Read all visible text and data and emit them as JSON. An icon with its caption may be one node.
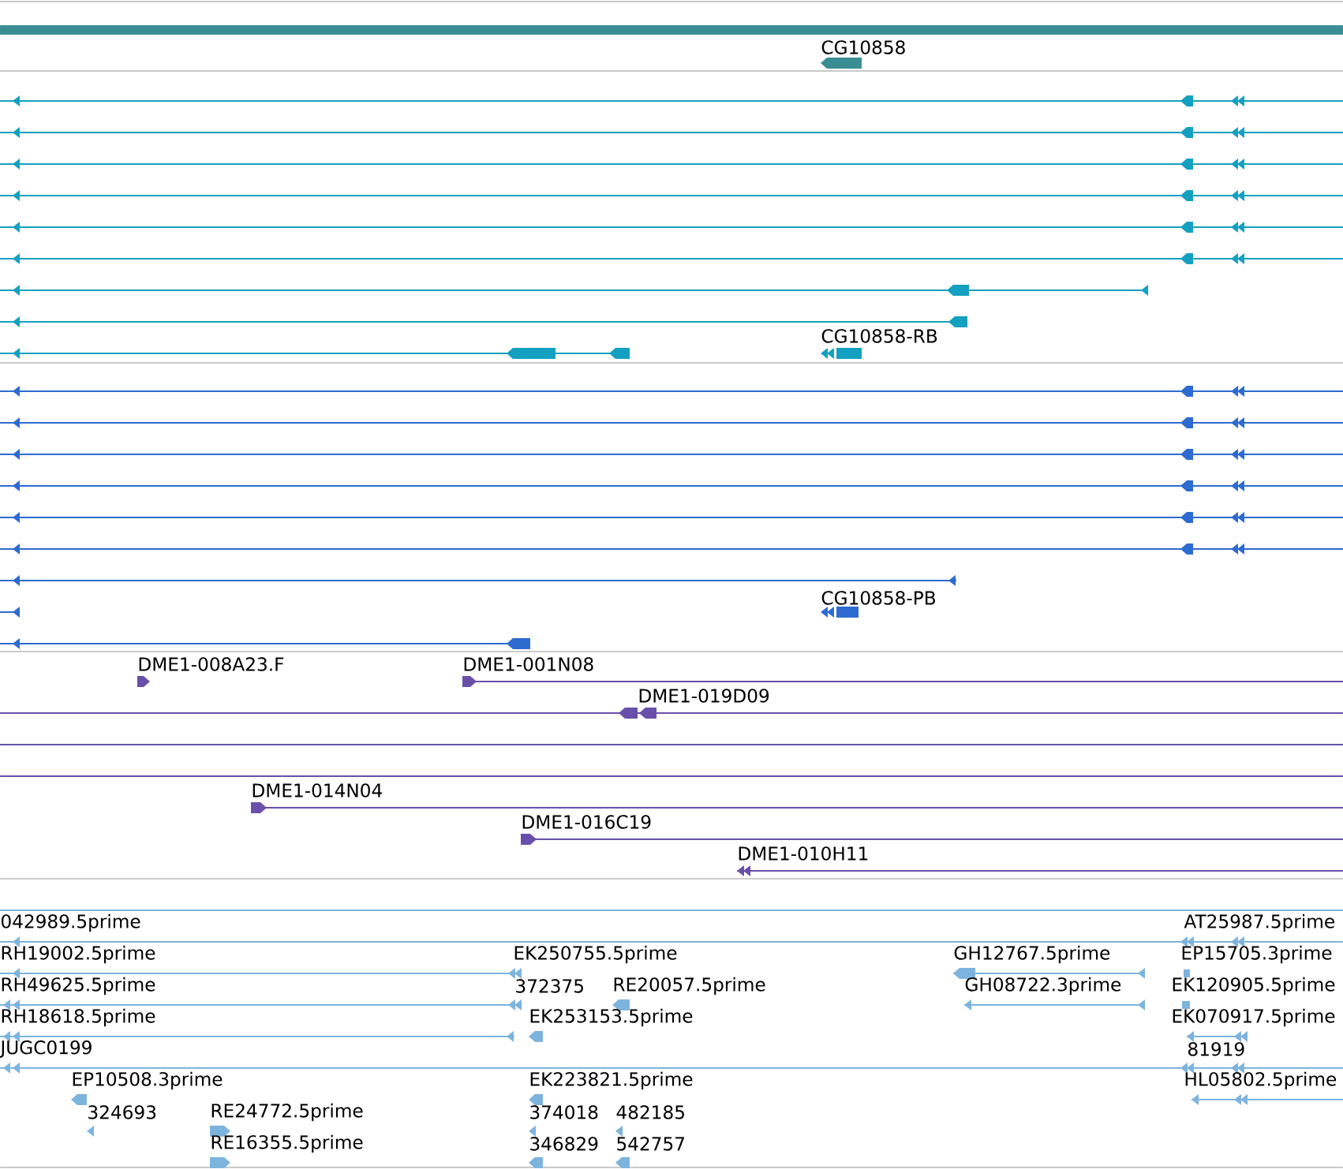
{
  "diagram": {
    "labels": [
      "CG10858",
      "CG10858-RB",
      "CG10858-PB",
      "DME1-008A23.F",
      "DME1-001N08",
      "DME1-019D09",
      "DME1-014N04",
      "DME1-016C19",
      "DME1-010H11",
      "042989.5prime",
      "AT25987.5prime",
      "RH19002.5prime",
      "EK250755.5prime",
      "GH12767.5prime",
      "EP15705.3prime",
      "RH49625.5prime",
      "372375",
      "RE20057.5prime",
      "GH08722.3prime",
      "EK120905.5prime",
      "RH18618.5prime",
      "EK253153.5prime",
      "EK070917.5prime",
      "JUGC0199",
      "81919",
      "EP10508.3prime",
      "EK223821.5prime",
      "HL05802.5prime",
      "324693",
      "RE24772.5prime",
      "374018",
      "482185",
      "RE16355.5prime",
      "346829",
      "542757"
    ]
  }
}
